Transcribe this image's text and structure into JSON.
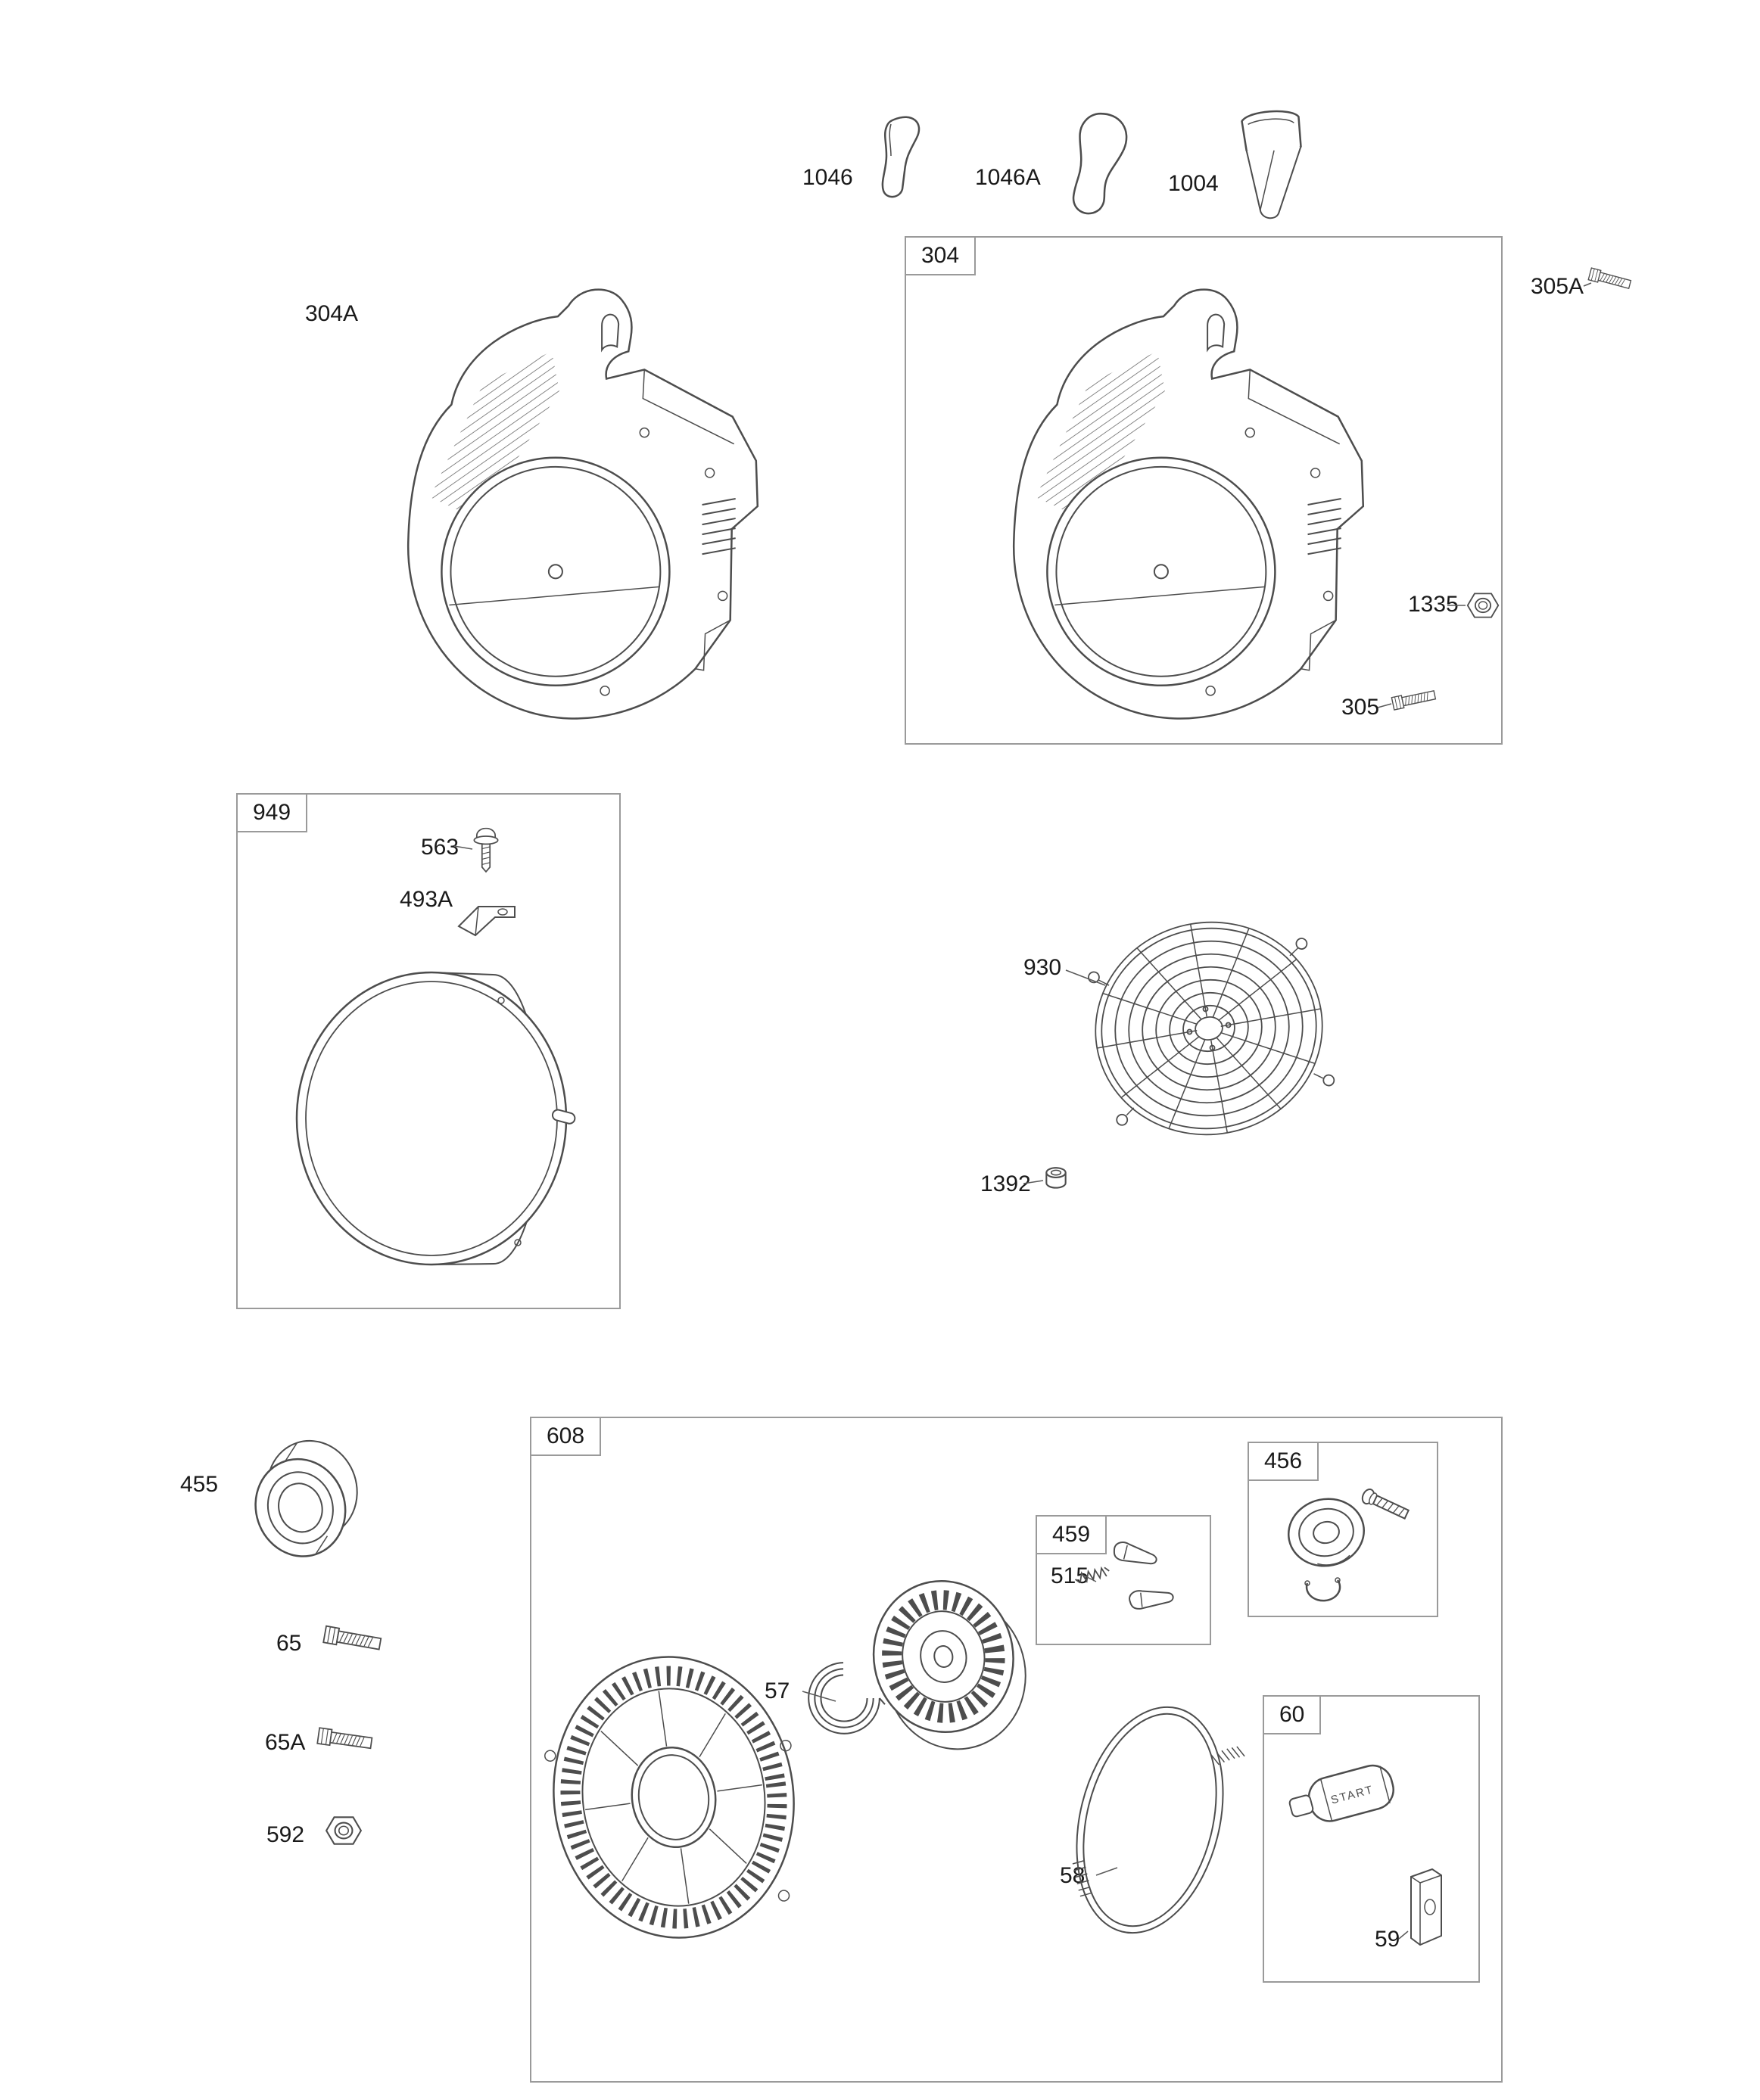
{
  "labels": {
    "n1046": "1046",
    "n1046A": "1046A",
    "n1004": "1004",
    "n304A": "304A",
    "n305A": "305A",
    "n1335": "1335",
    "n305": "305",
    "n563": "563",
    "n493A": "493A",
    "n930": "930",
    "n1392": "1392",
    "n455": "455",
    "n65": "65",
    "n65A": "65A",
    "n592": "592",
    "n57": "57",
    "n58": "58",
    "n515": "515",
    "n59": "59"
  },
  "groups": {
    "g304": "304",
    "g949": "949",
    "g608": "608",
    "g459": "459",
    "g456": "456",
    "g60": "60"
  },
  "handle": {
    "text": "START"
  }
}
